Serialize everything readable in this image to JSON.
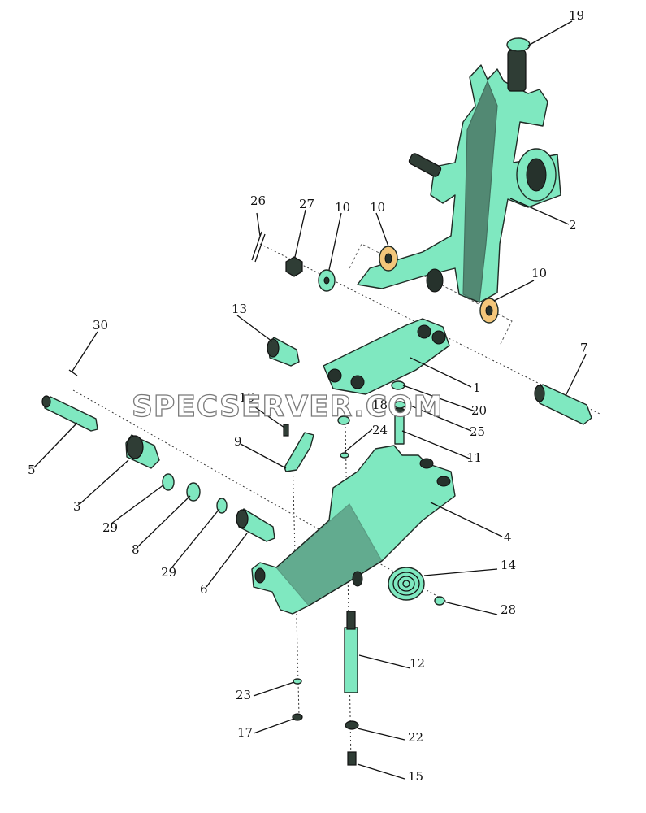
{
  "colors": {
    "part": "#7fe8c0",
    "part_shade": "#5ccf9f",
    "washer": "#f3c67a",
    "outline": "#1f2a24"
  },
  "watermark": "SPECSERVER.COM",
  "callouts": {
    "c1": "1",
    "c2": "2",
    "c3": "3",
    "c4": "4",
    "c5": "5",
    "c6": "6",
    "c7": "7",
    "c8": "8",
    "c9": "9",
    "c10a": "10",
    "c10b": "10",
    "c10c": "10",
    "c11": "11",
    "c12": "12",
    "c13": "13",
    "c14": "14",
    "c15": "15",
    "c16": "16",
    "c17": "17",
    "c18": "18",
    "c19": "19",
    "c20": "20",
    "c22": "22",
    "c23": "23",
    "c24": "24",
    "c25": "25",
    "c26": "26",
    "c27": "27",
    "c28": "28",
    "c29a": "29",
    "c29b": "29",
    "c30": "30"
  }
}
